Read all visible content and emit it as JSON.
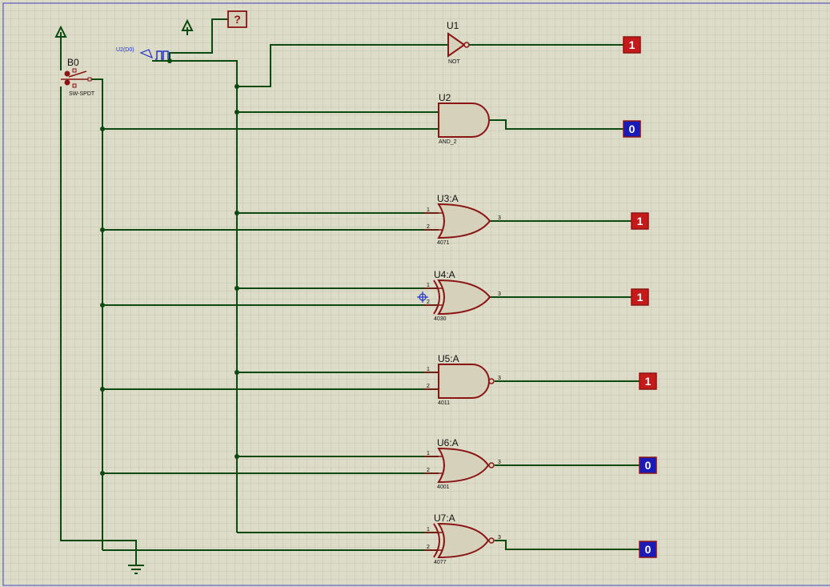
{
  "switch": {
    "ref": "B0",
    "type": "SW-SPDT"
  },
  "clock": {
    "label": "U2(D0)"
  },
  "unknown_probe": {
    "text": "?"
  },
  "gates": [
    {
      "ref": "U1",
      "type": "NOT",
      "pins": {
        "in1": "",
        "in2": "",
        "out": ""
      },
      "output": "1"
    },
    {
      "ref": "U2",
      "type": "AND_2",
      "pins": {
        "in1": "",
        "in2": "",
        "out": ""
      },
      "output": "0"
    },
    {
      "ref": "U3:A",
      "type": "4071",
      "pins": {
        "in1": "1",
        "in2": "2",
        "out": "3"
      },
      "output": "1"
    },
    {
      "ref": "U4:A",
      "type": "4030",
      "pins": {
        "in1": "1",
        "in2": "2",
        "out": "3"
      },
      "output": "1"
    },
    {
      "ref": "U5:A",
      "type": "4011",
      "pins": {
        "in1": "1",
        "in2": "2",
        "out": "3"
      },
      "output": "1"
    },
    {
      "ref": "U6:A",
      "type": "4001",
      "pins": {
        "in1": "1",
        "in2": "2",
        "out": "3"
      },
      "output": "0"
    },
    {
      "ref": "U7:A",
      "type": "4077",
      "pins": {
        "in1": "1",
        "in2": "2",
        "out": "3"
      },
      "output": "0"
    }
  ],
  "colors": {
    "background": "#dcdcc8",
    "grid": "#c4c4ae",
    "wire": "#0b4a10",
    "component": "#8b1414",
    "probe_high": "#c41a1a",
    "probe_low": "#1a1ab8",
    "clock": "#2233cc"
  }
}
